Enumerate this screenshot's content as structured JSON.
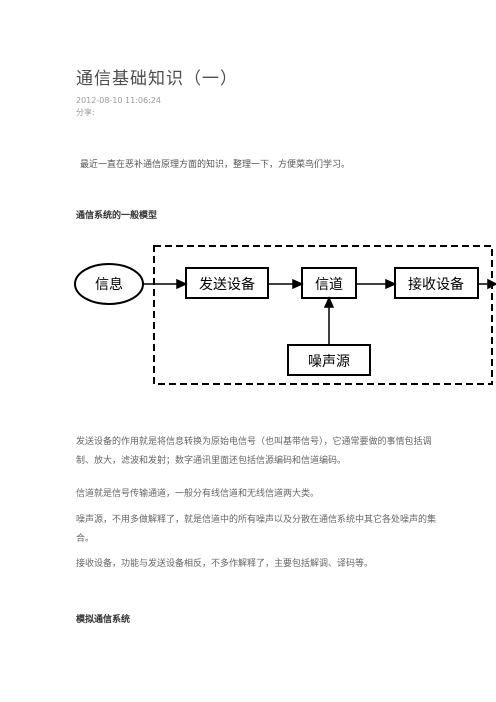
{
  "article": {
    "title": "通信基础知识（一）",
    "date": "2012-08-10 11:06:24",
    "share_label": "分享:",
    "intro": "最近一直在恶补通信原理方面的知识，整理一下，方便菜鸟们学习。"
  },
  "section1": {
    "heading": "通信系统的一般模型",
    "diagram": {
      "info_label": "信息",
      "sender_label": "发送设备",
      "channel_label": "信道",
      "receiver_label": "接收设备",
      "noise_label": "噪声源"
    },
    "paragraphs": [
      "发送设备的作用就是将信息转换为原始电信号（也叫基带信号），它通常要做的事情包括调制、放大，滤波和发射；数字通讯里面还包括信源编码和信道编码。",
      "信道就是信号传输通道，一般分有线信道和无线信道两大类。",
      "噪声源，不用多做解释了，就是信道中的所有噪声以及分散在通信系统中其它各处噪声的集合。",
      "接收设备，功能与发送设备相反，不多作解释了，主要包括解调、译码等。"
    ]
  },
  "section2": {
    "heading": "模拟通信系统"
  }
}
